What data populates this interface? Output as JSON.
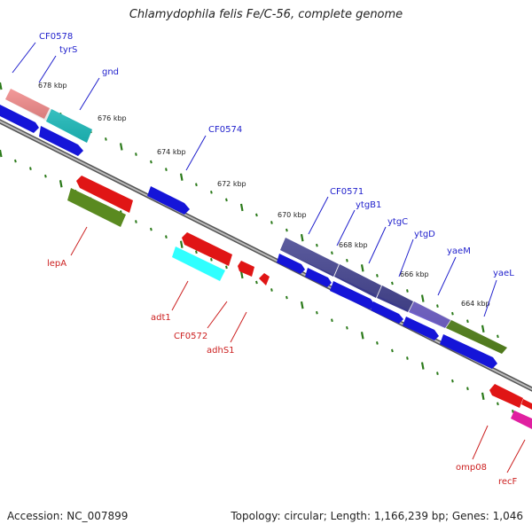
{
  "title": "Chlamydophila felis Fe/C-56, complete genome",
  "footer": {
    "accession": "Accession: NC_007899",
    "topology": "Topology: circular; Length: 1,166,239 bp; Genes: 1,046"
  },
  "colors": {
    "backbone": "#777777",
    "ruler_ticks": "#2b7a1a",
    "forward_label": "#1f1fcc",
    "reverse_label": "#cc2020"
  },
  "ruler_labels": [
    "678 kbp",
    "676 kbp",
    "674 kbp",
    "672 kbp",
    "670 kbp",
    "668 kbp",
    "666 kbp",
    "664 kbp"
  ],
  "forward_genes": [
    {
      "label": "CF0578",
      "color": "#f08080",
      "strand_color": "#1515d8"
    },
    {
      "label": "tyrS",
      "color": "#20c8c8",
      "strand_color": "#1515d8"
    },
    {
      "label": "gnd",
      "color": "#20c8c8",
      "strand_color": "#1515d8"
    },
    {
      "label": "CF0574",
      "color": "#1515d8",
      "strand_color": "#1515d8"
    },
    {
      "label": "CF0571",
      "color": "#3a3a8a",
      "strand_color": "#1515d8"
    },
    {
      "label": "ytgB1",
      "color": "#3a3a8a",
      "strand_color": "#1515d8"
    },
    {
      "label": "ytgC",
      "color": "#3a3a8a",
      "strand_color": "#1515d8"
    },
    {
      "label": "ytgD",
      "color": "#3a3a8a",
      "strand_color": "#1515d8"
    },
    {
      "label": "yaeM",
      "color": "#7060cc",
      "strand_color": "#1515d8"
    },
    {
      "label": "yaeL",
      "color": "#5a8a20",
      "strand_color": "#1515d8"
    }
  ],
  "reverse_genes": [
    {
      "label": "lepA",
      "color": "#5a8a20"
    },
    {
      "label": "adt1",
      "color": "#30ffff"
    },
    {
      "label": "CF0572",
      "color": "#e01515"
    },
    {
      "label": "adhS1",
      "color": "#e01515"
    },
    {
      "label": "omp08",
      "color": "#e01515"
    },
    {
      "label": "recF",
      "color": "#e020a0"
    }
  ]
}
